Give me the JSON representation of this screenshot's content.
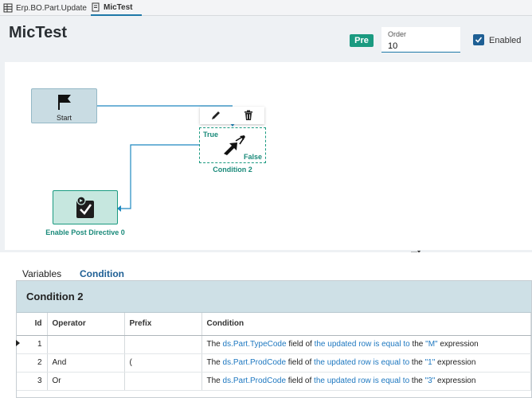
{
  "tabs": [
    {
      "label": "Erp.BO.Part.Update"
    },
    {
      "label": "MicTest"
    }
  ],
  "header": {
    "title": "MicTest",
    "badge": "Pre",
    "order_label": "Order",
    "order_value": "10",
    "enabled_label": "Enabled"
  },
  "canvas": {
    "start_label": "Start",
    "condition": {
      "true_label": "True",
      "false_label": "False",
      "label": "Condition 2"
    },
    "action_label": "Enable Post Directive 0"
  },
  "subtabs": [
    {
      "label": "Variables"
    },
    {
      "label": "Condition"
    }
  ],
  "condition_panel": {
    "title": "Condition 2",
    "columns": [
      "Id",
      "Operator",
      "Prefix",
      "Condition"
    ],
    "rows": [
      {
        "id": "1",
        "operator": "",
        "prefix": "",
        "c0": "The ",
        "c1": "ds.Part.TypeCode",
        "c2": " field of ",
        "c3": "the updated row",
        "c4": " ",
        "c5": "is equal to",
        "c6": " the ",
        "c7": "\"M\"",
        "c8": " expression"
      },
      {
        "id": "2",
        "operator": "And",
        "prefix": "(",
        "c0": "The ",
        "c1": "ds.Part.ProdCode",
        "c2": " field of ",
        "c3": "the updated row",
        "c4": " ",
        "c5": "is equal to",
        "c6": " the ",
        "c7": "\"1\"",
        "c8": " expression"
      },
      {
        "id": "3",
        "operator": "Or",
        "prefix": "",
        "c0": "The ",
        "c1": "ds.Part.ProdCode",
        "c2": " field of ",
        "c3": "the updated row",
        "c4": " ",
        "c5": "is equal to",
        "c6": " the ",
        "c7": "\"3\"",
        "c8": " expression"
      }
    ]
  },
  "colors": {
    "accent": "#1e78a8",
    "teal": "#1a9a80",
    "link_blue": "#1e78c0"
  }
}
